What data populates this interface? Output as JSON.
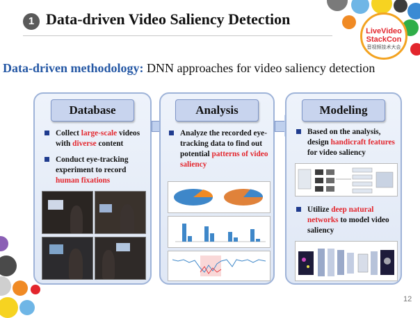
{
  "slide": {
    "number_badge": "1",
    "title": "Data-driven Video Saliency Detection",
    "subtitle_highlight": "Data-driven methodology:",
    "subtitle_rest": "DNN approaches for video saliency detection",
    "page_number": "12"
  },
  "logo": {
    "line1": "LiveVideo",
    "line2": "StackCon",
    "line3": "音视频技术大会"
  },
  "panels": [
    {
      "heading": "Database",
      "bullets": [
        {
          "parts": [
            "Collect ",
            "large-scale",
            " videos with ",
            "diverse",
            " content"
          ]
        },
        {
          "parts": [
            "Conduct eye-tracking experiment to record ",
            "human fixations"
          ]
        }
      ]
    },
    {
      "heading": "Analysis",
      "bullets": [
        {
          "parts": [
            "Analyze the recorded eye-tracking data to find out potential ",
            "patterns of video saliency"
          ]
        }
      ]
    },
    {
      "heading": "Modeling",
      "bullets": [
        {
          "parts": [
            "Based on the analysis, design ",
            "handicraft features",
            " for video saliency"
          ]
        },
        {
          "parts": [
            "Utilize ",
            "deep natural networks",
            " to model video saliency"
          ]
        }
      ]
    }
  ],
  "colors": {
    "accent_red": "#e3262d",
    "heading_blue": "#2457a4",
    "panel_border": "#9eb3d8"
  }
}
